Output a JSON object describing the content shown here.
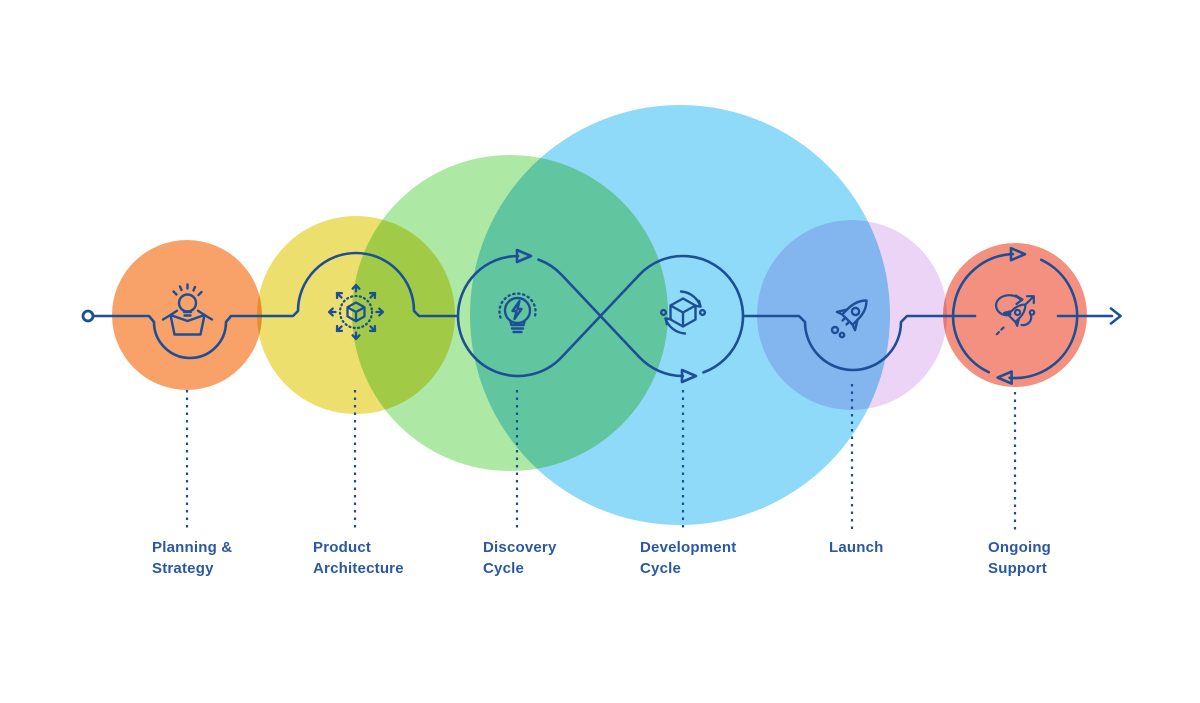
{
  "diagram": {
    "type": "process-flow-infographic",
    "stages": [
      {
        "label": "Planning &\nStrategy",
        "icon": "idea-box-icon",
        "circle_color": "#F8A269"
      },
      {
        "label": "Product\nArchitecture",
        "icon": "expand-cube-icon",
        "circle_color": "#ECDF6E"
      },
      {
        "label": "Discovery\nCycle",
        "icon": "lightbulb-bolt-icon",
        "circle_color": "#AEE8A5"
      },
      {
        "label": "Development\nCycle",
        "icon": "rotating-cube-icon",
        "circle_color": "#8EDAF8"
      },
      {
        "label": "Launch",
        "icon": "rocket-icon",
        "circle_color": "#EBD4F6"
      },
      {
        "label": "Ongoing\nSupport",
        "icon": "orbit-rocket-icon",
        "circle_color": "#F4907F"
      }
    ],
    "flow": {
      "direction": "left-to-right",
      "start_marker": "open-circle",
      "end_marker": "right-arrow",
      "loop_between": [
        "Discovery Cycle",
        "Development Cycle"
      ],
      "cycle_ring_on": "Ongoing Support",
      "line_color": "#1C4F96"
    },
    "label_color": "#2B58A4",
    "background_color": "#FFFFFF"
  }
}
